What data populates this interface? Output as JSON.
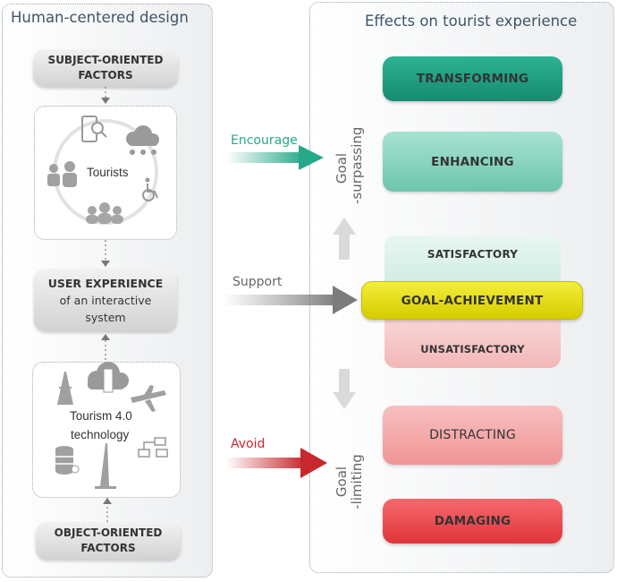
{
  "left_panel": {
    "title": "Human-centered design",
    "subject_factors": [
      "SUBJECT-ORIENTED",
      "FACTORS"
    ],
    "tourists_label": "Tourists",
    "ux_title": "USER EXPERIENCE",
    "ux_sub1": "of an interactive",
    "ux_sub2": "system",
    "tech_label1": "Tourism 4.0",
    "tech_label2": "technology",
    "object_factors": [
      "OBJECT-ORIENTED",
      "FACTORS"
    ]
  },
  "arrows": {
    "encourage": {
      "label": "Encourage",
      "color": "#26a88a"
    },
    "support": {
      "label": "Support",
      "color": "#8a8a8a"
    },
    "avoid": {
      "label": "Avoid",
      "color": "#c8282d"
    }
  },
  "right_panel": {
    "title": "Effects on tourist experience",
    "goal_surpassing": [
      "Goal",
      "-surpassing"
    ],
    "goal_limiting": [
      "Goal",
      "-limiting"
    ],
    "levels": {
      "transforming": "TRANSFORMING",
      "enhancing": "ENHANCING",
      "satisfactory": "SATISFACTORY",
      "goal_achievement": "GOAL-ACHIEVEMENT",
      "unsatisfactory": "UNSATISFACTORY",
      "distracting": "DISTRACTING",
      "damaging": "DAMAGING"
    }
  },
  "colors": {
    "transforming": "#1f9e80",
    "enhancing": "#7dd0b8",
    "satisfactory": "#d6efe7",
    "goal_achievement": "#e6dd00",
    "unsatisfactory": "#f6c8c8",
    "distracting": "#f4a3a5",
    "damaging": "#ef4a4f"
  }
}
